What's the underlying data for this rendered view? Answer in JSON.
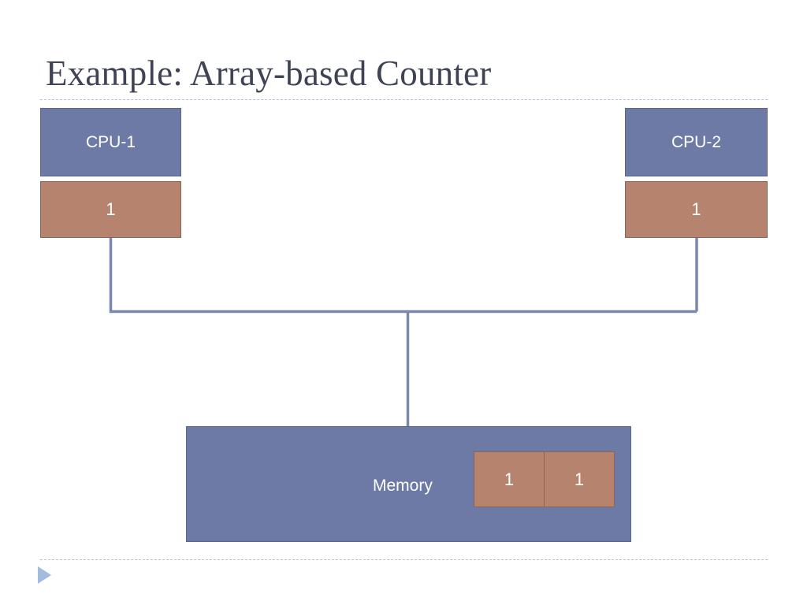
{
  "slide": {
    "title": "Example: Array-based Counter",
    "background_color": "#ffffff",
    "title_color": "#3f4455",
    "rule_color": "#b9bfd4"
  },
  "palette": {
    "blue": "#6d7aa5",
    "blue_border": "#5b6690",
    "terracotta": "#b5836e",
    "terracotta_border": "#8d6355",
    "connector": "#7b87ad",
    "triangle": "#a3bcdc",
    "label_text": "#ffffff"
  },
  "diagram": {
    "cpus": [
      {
        "name": "cpu-1",
        "label": "CPU-1",
        "register_value": "1"
      },
      {
        "name": "cpu-2",
        "label": "CPU-2",
        "register_value": "1"
      }
    ],
    "memory": {
      "label": "Memory",
      "cells": [
        {
          "value": "1"
        },
        {
          "value": "1"
        }
      ]
    },
    "connectors": [
      {
        "name": "cpu1-to-bus",
        "from": "cpu-1-register",
        "to": "bus"
      },
      {
        "name": "cpu2-to-bus",
        "from": "cpu-2-register",
        "to": "bus"
      },
      {
        "name": "bus-to-memory",
        "from": "bus",
        "to": "memory"
      }
    ]
  },
  "footer": {
    "bullet_marker": "triangle-right-icon"
  }
}
